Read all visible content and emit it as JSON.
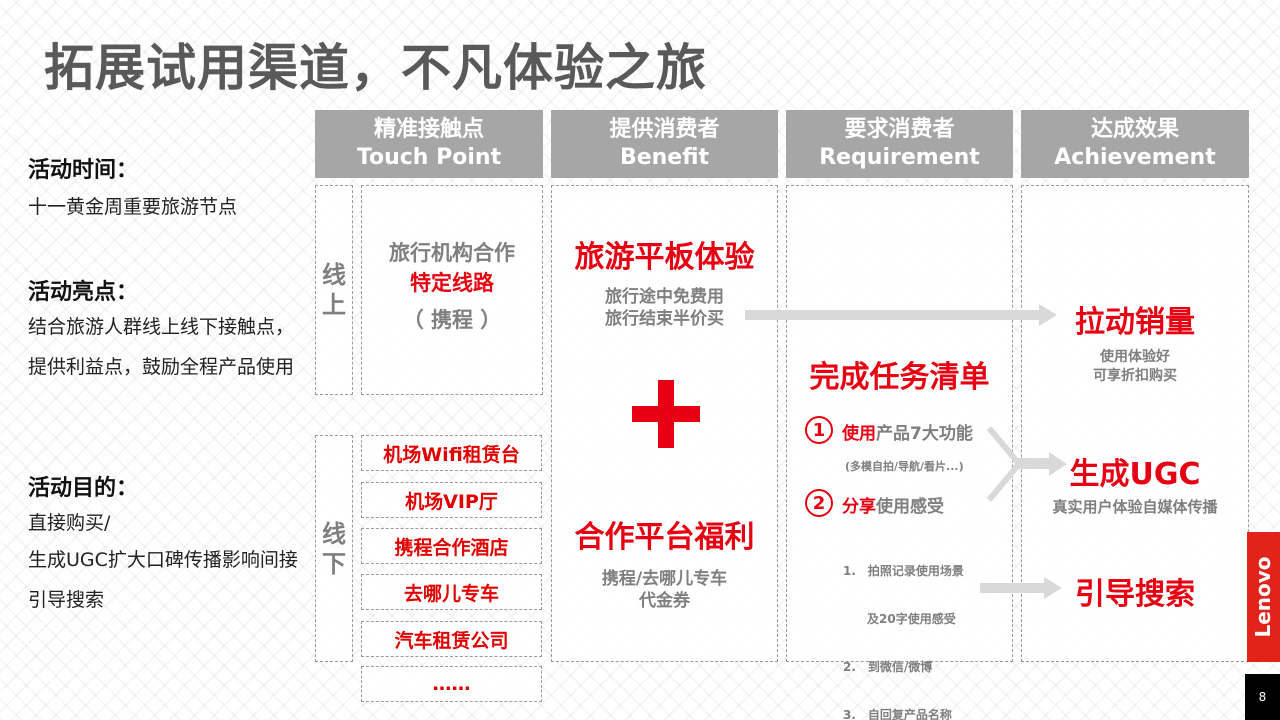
{
  "title": "拓展试用渠道，不凡体验之旅",
  "sidebar": {
    "time_head": "活动时间：",
    "time_text": "十一黄金周重要旅游节点",
    "highlight_head": "活动亮点：",
    "highlight_text": "结合旅游人群线上线下接触点，提供利益点，鼓励全程产品使用",
    "goal_head": "活动目的：",
    "goal_line1": "直接购买/",
    "goal_line2": "生成UGC扩大口碑传播影响间接引导搜索"
  },
  "headers": [
    {
      "cn": "精准接触点",
      "en": "Touch Point"
    },
    {
      "cn": "提供消费者",
      "en": "Benefit"
    },
    {
      "cn": "要求消费者",
      "en": "Requirement"
    },
    {
      "cn": "达成效果",
      "en": "Achievement"
    }
  ],
  "touch": {
    "online_label": "线上",
    "offline_label": "线下",
    "online_line1": "旅行机构合作",
    "online_line2": "特定线路",
    "online_line3": "（ 携程 ）",
    "offline_items": [
      "机场Wifi租赁台",
      "机场VIP厅",
      "携程合作酒店",
      "去哪儿专车",
      "汽车租赁公司",
      "……"
    ]
  },
  "benefit": {
    "top_title": "旅游平板体验",
    "top_line1": "旅行途中免费用",
    "top_line2": "旅行结束半价买",
    "plus": "+",
    "bottom_title": "合作平台福利",
    "bottom_line1": "携程/去哪儿专车",
    "bottom_line2": "代金券"
  },
  "requirement": {
    "title": "完成任务清单",
    "item1_num": "1",
    "item1_red": "使用",
    "item1_gray": "产品7大功能",
    "item1_sub": "(多模自拍/导航/看片...)",
    "item2_num": "2",
    "item2_red": "分享",
    "item2_gray": "使用感受",
    "sub_items": [
      "1.　拍照记录使用场景",
      "　　及20字使用感受",
      "2.　到微信/微博",
      "3.　自回复产品名称"
    ]
  },
  "achievement": {
    "a1_title": "拉动销量",
    "a1_line1": "使用体验好",
    "a1_line2": "可享折扣购买",
    "a2_title": "生成UGC",
    "a2_line1": "真实用户体验自媒体传播",
    "a3_title": "引导搜索"
  },
  "brand": "Lenovo",
  "page_number": "8",
  "colors": {
    "accent_red": "#e60012",
    "header_gray": "#a6a6a6",
    "arrow_gray": "#d9d9d9"
  }
}
